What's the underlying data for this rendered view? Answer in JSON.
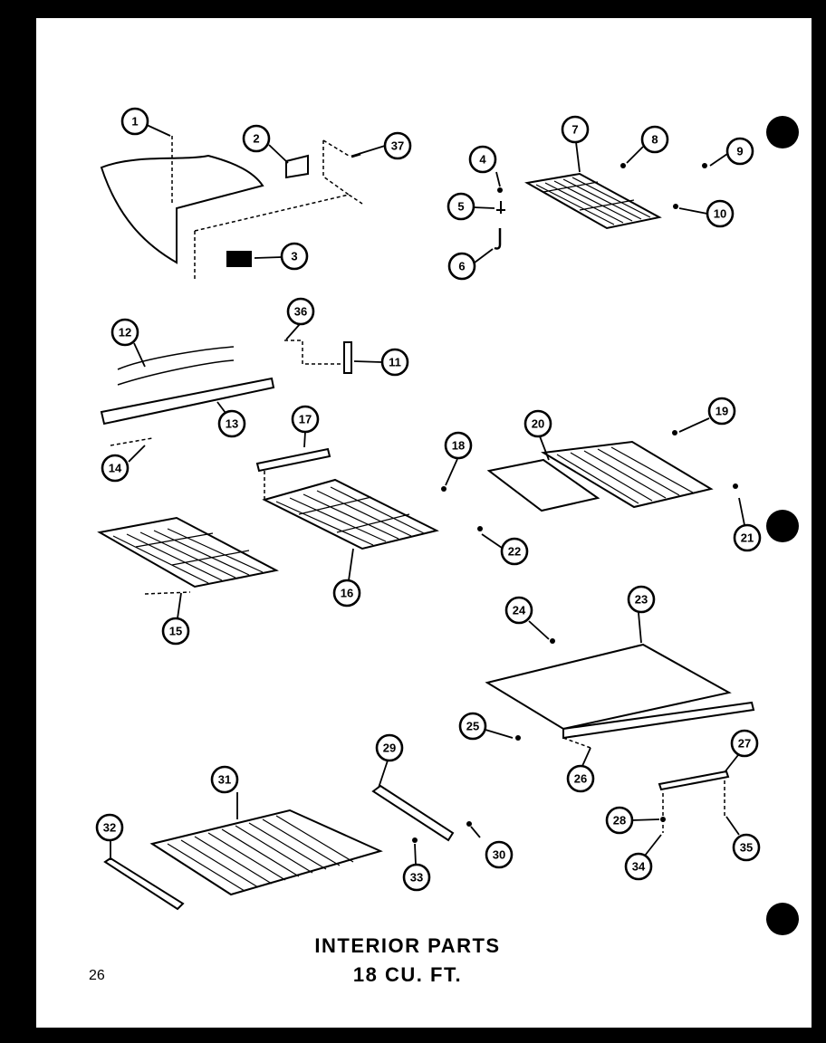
{
  "title": {
    "line1": "INTERIOR PARTS",
    "line2": "18 CU. FT."
  },
  "page_number": "26",
  "callouts": [
    "1",
    "2",
    "3",
    "4",
    "5",
    "6",
    "7",
    "8",
    "9",
    "10",
    "11",
    "12",
    "13",
    "14",
    "15",
    "16",
    "17",
    "18",
    "19",
    "20",
    "21",
    "22",
    "23",
    "24",
    "25",
    "26",
    "27",
    "28",
    "29",
    "30",
    "31",
    "32",
    "33",
    "34",
    "35",
    "36",
    "37"
  ]
}
